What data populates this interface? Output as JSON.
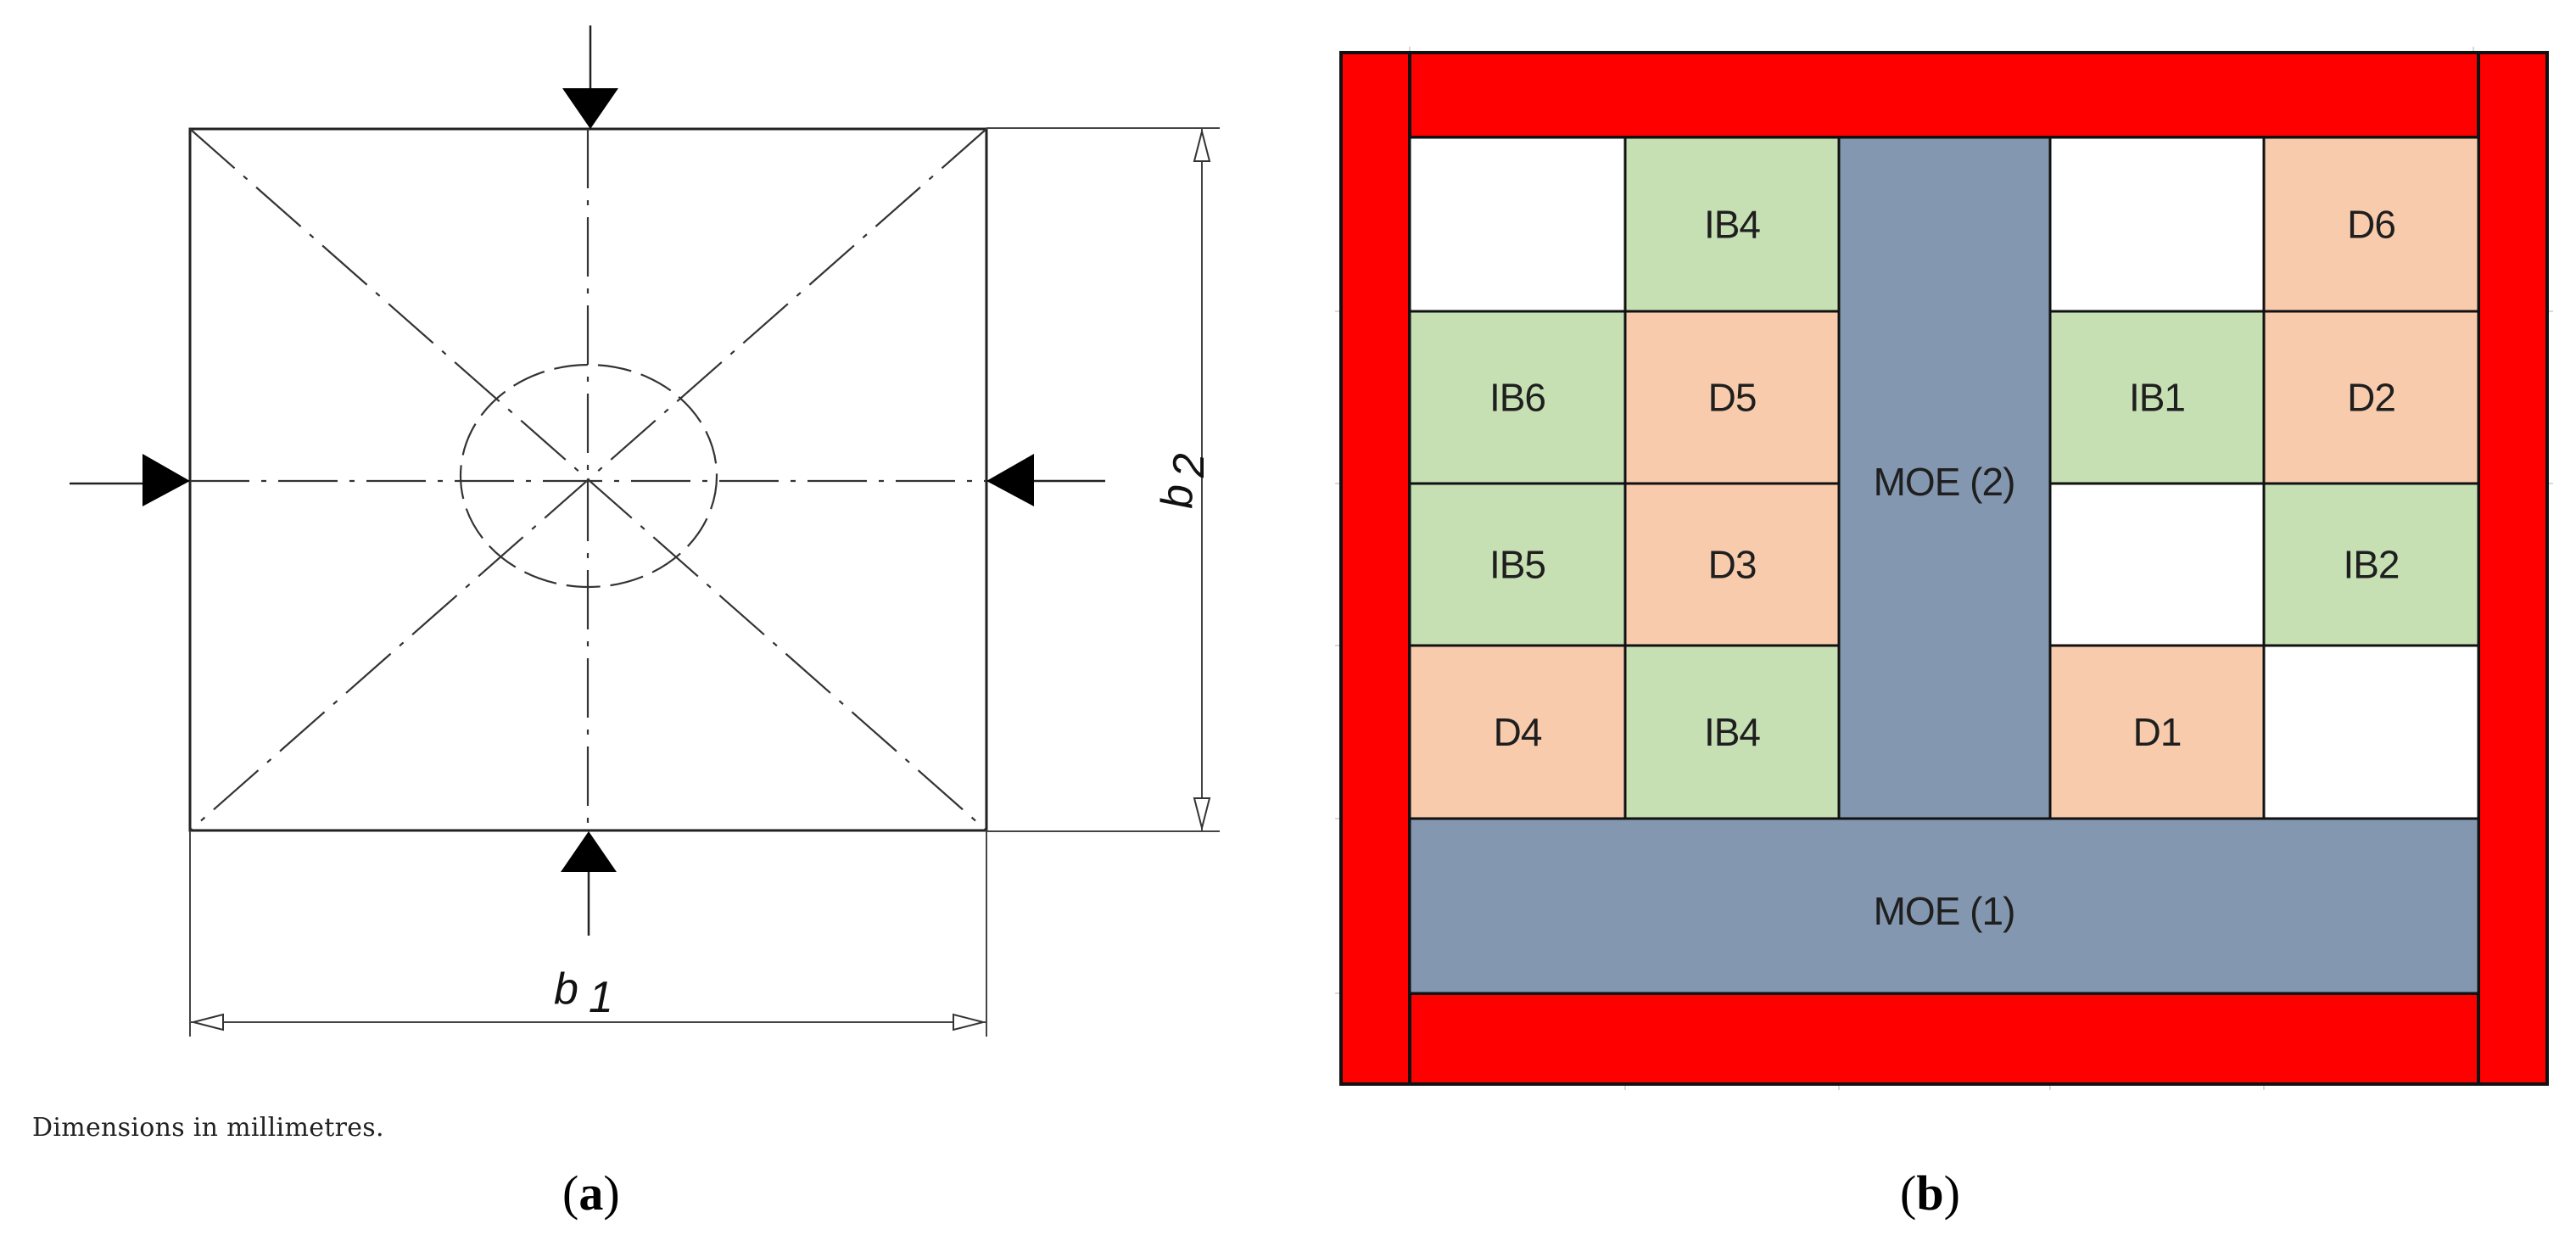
{
  "figure": {
    "panel_a": {
      "label_open": "(",
      "label_letter": "a",
      "label_close": ")",
      "note": "Dimensions in millimetres.",
      "dimension_b1": {
        "symbol": "b",
        "subscript": "1"
      },
      "dimension_b2": {
        "symbol": "b",
        "subscript": "2"
      },
      "loads": [
        "top",
        "bottom",
        "left",
        "right"
      ]
    },
    "panel_b": {
      "label_open": "(",
      "label_letter": "b",
      "label_close": ")",
      "colors": {
        "frame": "#ff0000",
        "moe": "#8497b0",
        "ib": "#c6e0b4",
        "d": "#f8cbad",
        "empty": "#ffffff",
        "border": "#111111"
      },
      "moe_vertical": "MOE (2)",
      "moe_horizontal": "MOE (1)",
      "grid": [
        [
          "",
          "IB4",
          null,
          "",
          "D6"
        ],
        [
          "IB6",
          "D5",
          null,
          "IB1",
          "D2"
        ],
        [
          "IB5",
          "D3",
          null,
          "",
          "IB2"
        ],
        [
          "D4",
          "IB4",
          null,
          "D1",
          ""
        ]
      ],
      "cells": [
        {
          "row": 0,
          "col": 0,
          "label": "",
          "type": "empty"
        },
        {
          "row": 0,
          "col": 1,
          "label": "IB4",
          "type": "ib"
        },
        {
          "row": 0,
          "col": 3,
          "label": "",
          "type": "empty"
        },
        {
          "row": 0,
          "col": 4,
          "label": "D6",
          "type": "d"
        },
        {
          "row": 1,
          "col": 0,
          "label": "IB6",
          "type": "ib"
        },
        {
          "row": 1,
          "col": 1,
          "label": "D5",
          "type": "d"
        },
        {
          "row": 1,
          "col": 3,
          "label": "IB1",
          "type": "ib"
        },
        {
          "row": 1,
          "col": 4,
          "label": "D2",
          "type": "d"
        },
        {
          "row": 2,
          "col": 0,
          "label": "IB5",
          "type": "ib"
        },
        {
          "row": 2,
          "col": 1,
          "label": "D3",
          "type": "d"
        },
        {
          "row": 2,
          "col": 3,
          "label": "",
          "type": "empty"
        },
        {
          "row": 2,
          "col": 4,
          "label": "IB2",
          "type": "ib"
        },
        {
          "row": 3,
          "col": 0,
          "label": "D4",
          "type": "d"
        },
        {
          "row": 3,
          "col": 1,
          "label": "IB4",
          "type": "ib"
        },
        {
          "row": 3,
          "col": 3,
          "label": "D1",
          "type": "d"
        },
        {
          "row": 3,
          "col": 4,
          "label": "",
          "type": "empty"
        }
      ]
    }
  }
}
